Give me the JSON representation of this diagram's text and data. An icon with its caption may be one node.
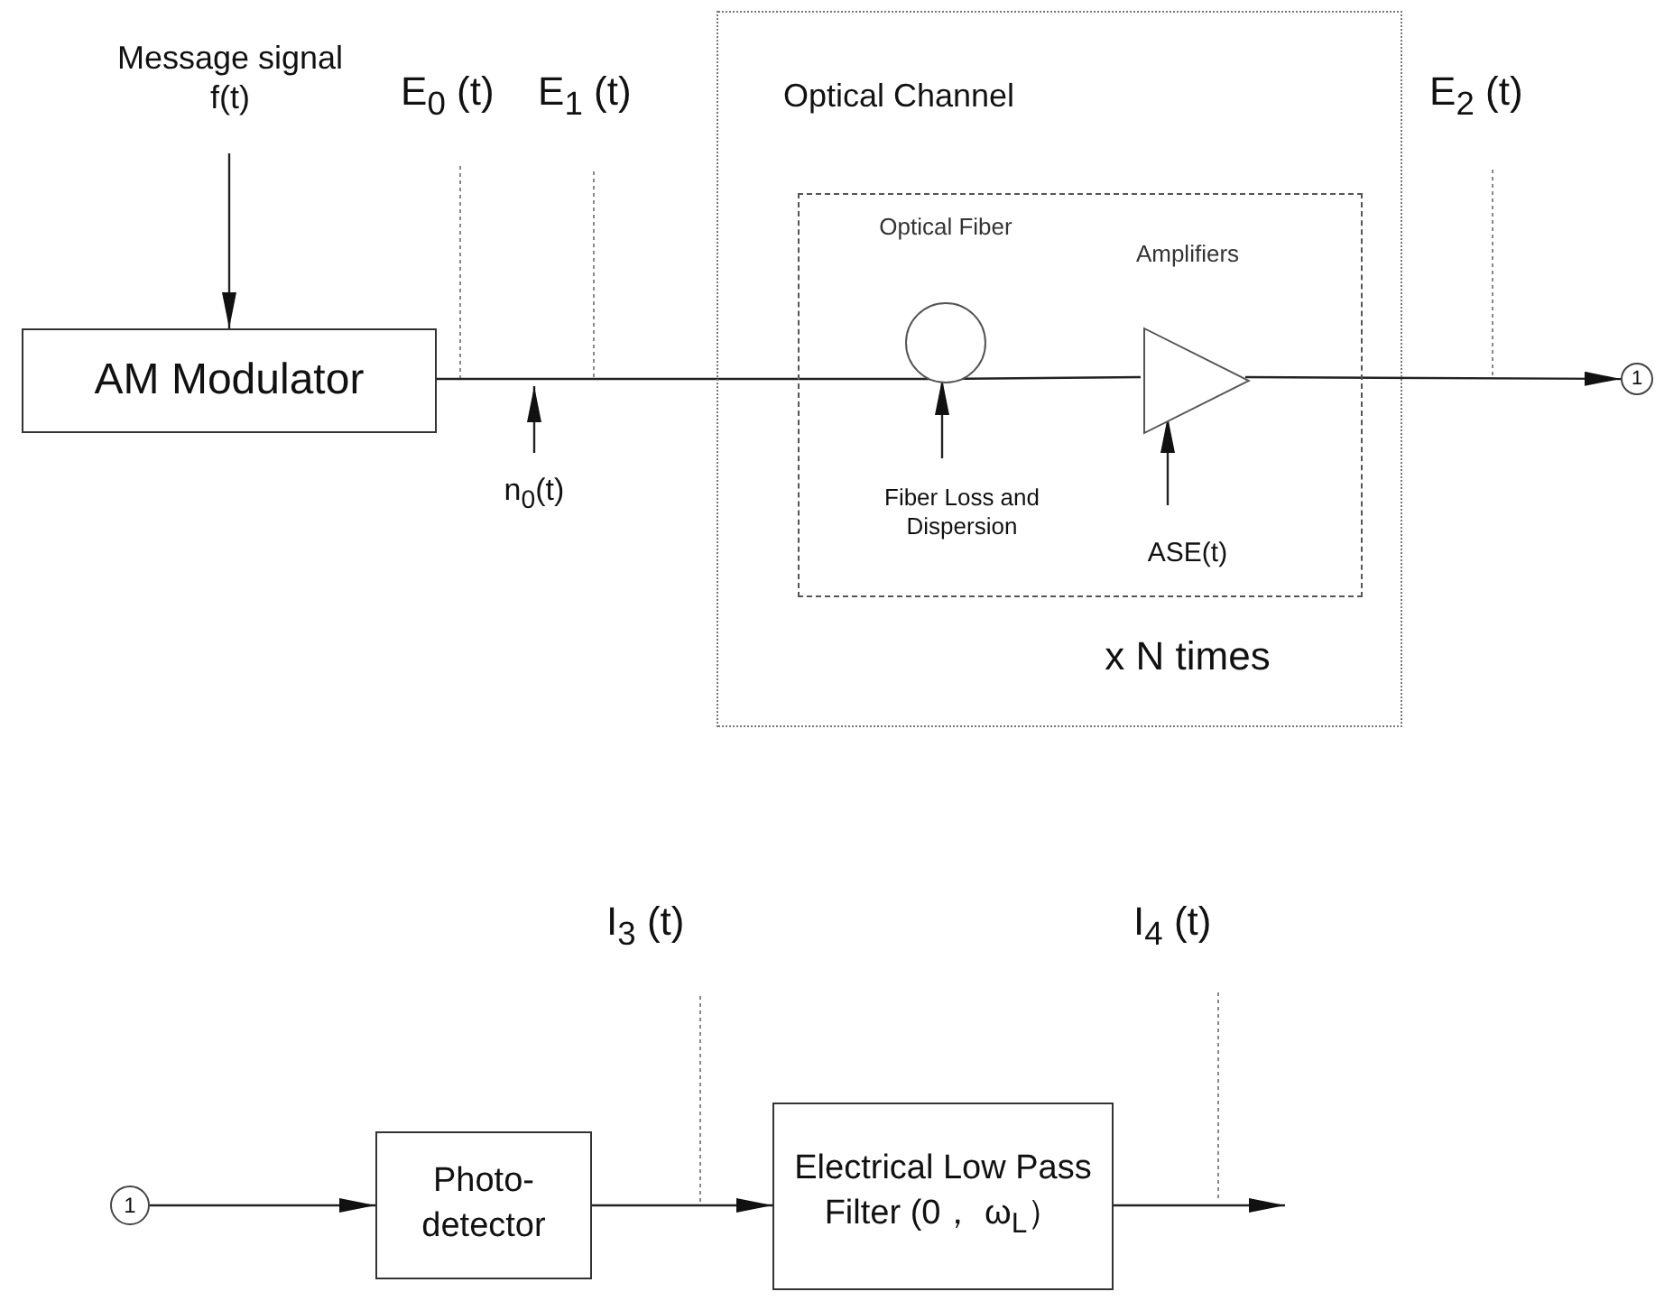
{
  "diagram": {
    "nodes": [
      {
        "text": [
          "Message signal f(t)"
        ]
      },
      {
        "text": [
          "AM Modulator"
        ]
      },
      {
        "text": [
          "Optical Channel",
          "x N times"
        ]
      },
      {
        "text": [],
        "shape": "box",
        "in": 2
      },
      {
        "text": [
          "Optical Fiber"
        ],
        "in": 3
      },
      {
        "text": [
          "Fiber Loss and Dispersion"
        ],
        "in": 3
      },
      {
        "text": [
          "Amplifiers"
        ],
        "in": 3
      },
      {
        "text": [
          "ASE(t)"
        ],
        "in": 3
      },
      {
        "text": [
          "n$_{0}$(t)"
        ]
      },
      {
        "text": [
          "1"
        ]
      },
      {
        "text": [
          "1"
        ]
      },
      {
        "text": [
          "Photo- detector"
        ]
      },
      {
        "text": [
          "Electrical Low Pass Filter (0， ω$_{L}$）"
        ]
      }
    ],
    "edges": [
      {
        "from": 0,
        "to": 1,
        "arrow": "to"
      },
      {
        "from": 1,
        "to": 4,
        "arrow": "none"
      },
      {
        "from": 8,
        "to": null,
        "arrow": "to"
      },
      {
        "from": 5,
        "to": 4,
        "arrow": "to"
      },
      {
        "from": 4,
        "to": 6,
        "arrow": "none"
      },
      {
        "from": 7,
        "to": 6,
        "arrow": "to"
      },
      {
        "from": 6,
        "to": 9,
        "arrow": "to"
      },
      {
        "from": 10,
        "to": 11,
        "arrow": "to"
      },
      {
        "from": 11,
        "to": 12,
        "arrow": "to"
      },
      {
        "from": 12,
        "to": null,
        "arrow": "to"
      }
    ],
    "labels": [
      "E$_{0}$ (t)",
      "E$_{1}$ (t)",
      "E$_{2}$ (t)",
      "I$_{3}$ (t)",
      "I$_{4}$ (t)"
    ]
  }
}
